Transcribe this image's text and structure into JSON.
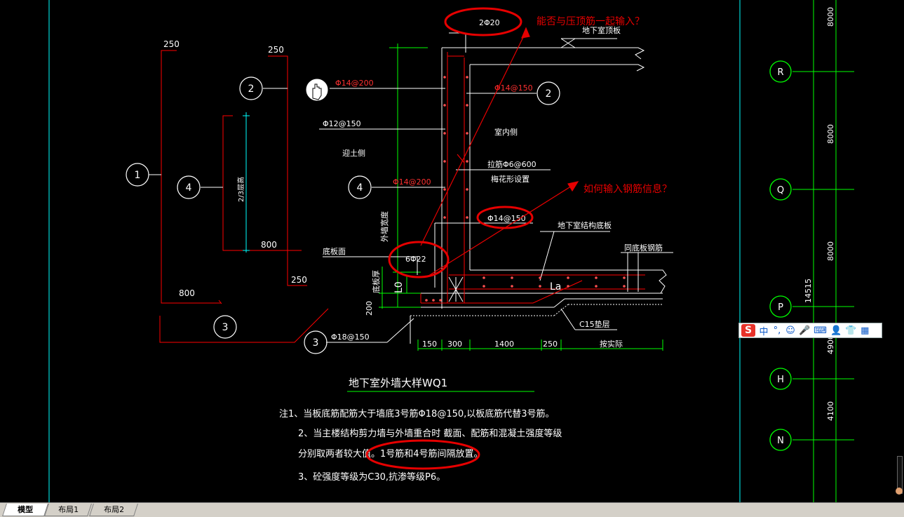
{
  "drawing": {
    "title": "地下室外墙大样WQ1",
    "labels": {
      "dim_250_a": "250",
      "dim_250_b": "250",
      "dim_250_c": "250",
      "dim_800_a": "800",
      "dim_800_b": "800",
      "two_thirds_height": "2/3层高",
      "bubble_1": "1",
      "bubble_2a": "2",
      "bubble_2b": "2",
      "bubble_3a": "3",
      "bubble_3b": "3",
      "bubble_4a": "4",
      "bubble_4b": "4",
      "top_bars": "2Φ20",
      "roof_slab": "地下室顶板",
      "rebar_14_200_a": "Φ14@200",
      "rebar_14_150_a": "Φ14@150",
      "rebar_12_150": "Φ12@150",
      "indoor": "室内侧",
      "soil_side": "迎土侧",
      "tie_bar": "拉筋Φ6@600",
      "tie_layout": "梅花形设置",
      "rebar_14_200_b": "Φ14@200",
      "rebar_14_150_b": "Φ14@150",
      "outer_wall_width": "外墙宽度",
      "floor_slab": "地下室结构底板",
      "same_rebar": "同底板钢筋",
      "slab_bottom": "底板面",
      "bottom_bars": "6Φ22",
      "slab_thk": "底板厚",
      "lo": "L0",
      "la": "La",
      "dim_200": "200",
      "rebar_18_150": "Φ18@150",
      "c15": "C15垫层",
      "dim_150": "150",
      "dim_300": "300",
      "dim_1400": "1400",
      "dim_250_d": "250",
      "per_actual": "按实际"
    },
    "annotations": {
      "question_1": "能否与压顶筋一起输入？",
      "question_2": "如何输入钢筋信息？"
    },
    "notes": [
      "注1、当板底筋配筋大于墙底3号筋Φ18@150,以板底筋代替3号筋。",
      "2、当主楼结构剪力墙与外墙重合时 截面、配筋和混凝土强度等级",
      "分别取两者较大值。1号筋和4号筋间隔放置。",
      "3、砼强度等级为C30,抗渗等级P6。"
    ]
  },
  "grid": {
    "axes": [
      "R",
      "Q",
      "P",
      "H",
      "N"
    ],
    "dims": [
      "8000",
      "8000",
      "8000",
      "14515",
      "4900",
      "4100"
    ]
  },
  "ime": {
    "logo": "S",
    "lang": "中",
    "punct": "°,",
    "items": [
      "☺",
      "🎤",
      "⌨",
      "👤",
      "👕",
      "▦"
    ]
  },
  "tabs": [
    "模型",
    "布局1",
    "布局2"
  ],
  "colors": {
    "background": "#000000",
    "cyan": "#00ffff",
    "green": "#00ff00",
    "red": "#ff0000",
    "white": "#ffffff",
    "annotation": "#e60000"
  }
}
